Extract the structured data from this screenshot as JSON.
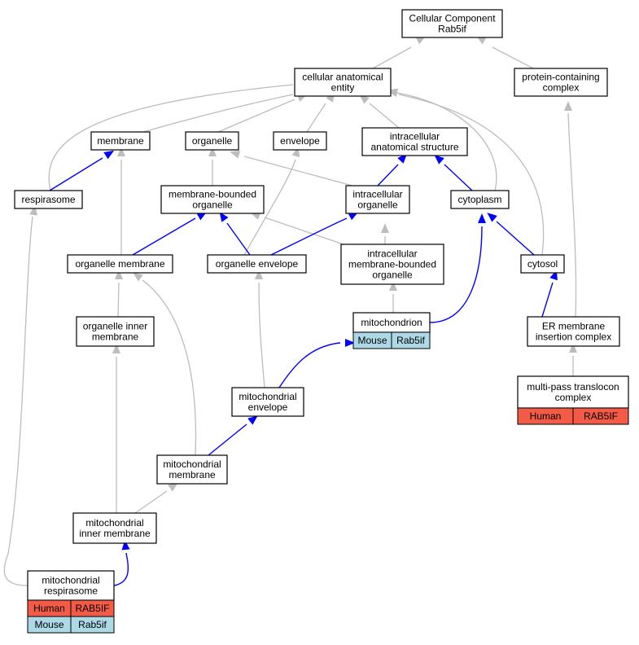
{
  "colors": {
    "gray_edge": "#bdbdbd",
    "blue_edge": "#0000ff",
    "human": "#f35b47",
    "mouse": "#add8e6"
  },
  "nodes": {
    "cellular_component": {
      "lines": [
        "Cellular Component",
        "Rab5if"
      ]
    },
    "cellular_anatomical_entity": {
      "lines": [
        "cellular anatomical",
        "entity"
      ]
    },
    "protein_containing_complex": {
      "lines": [
        "protein-containing",
        "complex"
      ]
    },
    "membrane": {
      "lines": [
        "membrane"
      ]
    },
    "organelle": {
      "lines": [
        "organelle"
      ]
    },
    "envelope": {
      "lines": [
        "envelope"
      ]
    },
    "intracellular_anatomical_structure": {
      "lines": [
        "intracellular",
        "anatomical structure"
      ]
    },
    "respirasome": {
      "lines": [
        "respirasome"
      ]
    },
    "membrane_bounded_organelle": {
      "lines": [
        "membrane-bounded",
        "organelle"
      ]
    },
    "intracellular_organelle": {
      "lines": [
        "intracellular",
        "organelle"
      ]
    },
    "cytoplasm": {
      "lines": [
        "cytoplasm"
      ]
    },
    "organelle_membrane": {
      "lines": [
        "organelle membrane"
      ]
    },
    "organelle_envelope": {
      "lines": [
        "organelle envelope"
      ]
    },
    "intracellular_membrane_bounded_organelle": {
      "lines": [
        "intracellular",
        "membrane-bounded",
        "organelle"
      ]
    },
    "cytosol": {
      "lines": [
        "cytosol"
      ]
    },
    "mitochondrion": {
      "lines": [
        "mitochondrion"
      ],
      "annotations": [
        {
          "species": "Mouse",
          "gene": "Rab5if"
        }
      ]
    },
    "organelle_inner_membrane": {
      "lines": [
        "organelle inner",
        "membrane"
      ]
    },
    "er_membrane_insertion_complex": {
      "lines": [
        "ER membrane",
        "insertion complex"
      ]
    },
    "multi_pass_translocon_complex": {
      "lines": [
        "multi-pass translocon",
        "complex"
      ],
      "annotations": [
        {
          "species": "Human",
          "gene": "RAB5IF"
        }
      ]
    },
    "mitochondrial_envelope": {
      "lines": [
        "mitochondrial",
        "envelope"
      ]
    },
    "mitochondrial_membrane": {
      "lines": [
        "mitochondrial",
        "membrane"
      ]
    },
    "mitochondrial_inner_membrane": {
      "lines": [
        "mitochondrial",
        "inner membrane"
      ]
    },
    "mitochondrial_respirasome": {
      "lines": [
        "mitochondrial",
        "respirasome"
      ],
      "annotations": [
        {
          "species": "Human",
          "gene": "RAB5IF"
        },
        {
          "species": "Mouse",
          "gene": "Rab5if"
        }
      ]
    }
  }
}
